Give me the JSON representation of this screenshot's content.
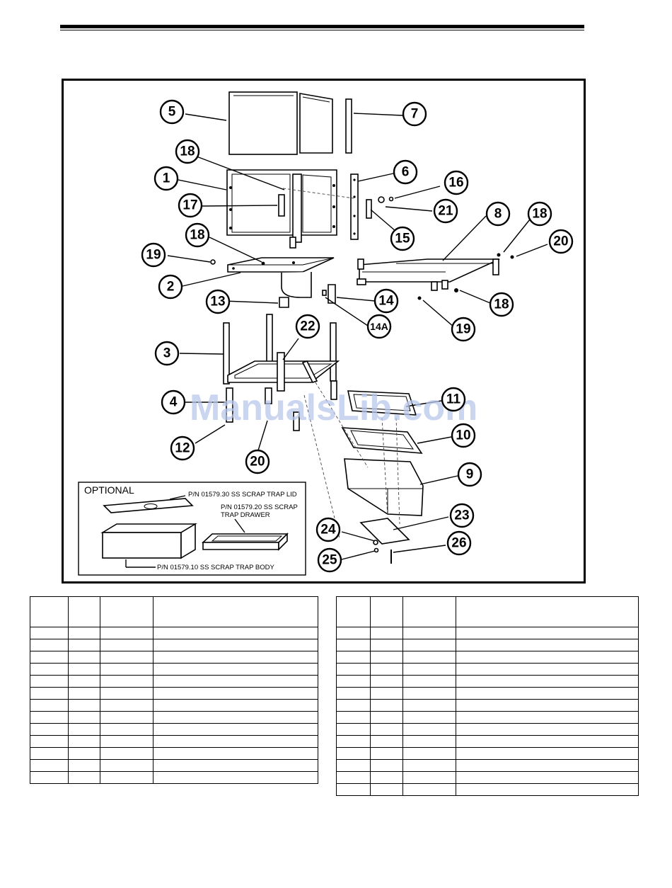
{
  "callouts": [
    "1",
    "2",
    "3",
    "4",
    "5",
    "6",
    "7",
    "8",
    "9",
    "10",
    "11",
    "12",
    "13",
    "14",
    "14A",
    "15",
    "16",
    "17",
    "18",
    "19",
    "20",
    "21",
    "22",
    "23",
    "24",
    "25",
    "26"
  ],
  "optional_box": {
    "title": "OPTIONAL",
    "lid_label": "P/N 01579.30 SS SCRAP TRAP LID",
    "drawer_label_line1": "P/N 01579.20 SS SCRAP",
    "drawer_label_line2": "TRAP DRAWER",
    "body_label": "P/N 01579.10 SS SCRAP TRAP BODY"
  },
  "watermark": "ManualsLib.com",
  "left_table": {
    "columns": 4,
    "body_rows": 13
  },
  "right_table": {
    "columns": 4,
    "body_rows": 14
  }
}
